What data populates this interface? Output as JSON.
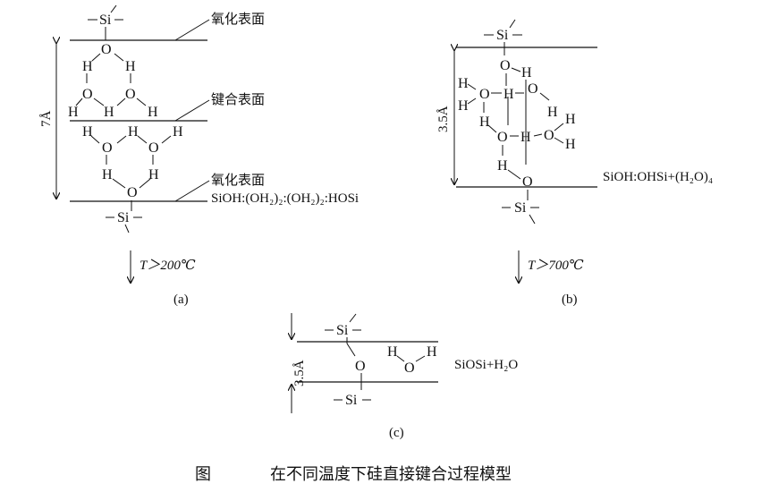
{
  "panel_a": {
    "top_label": "氧化表面",
    "mid_label": "键合表面",
    "bot_label": "氧化表面",
    "formula": "SiOH:(OH₂)₂:(OH₂)₂:HOSi",
    "distance": "7Å",
    "temperature": "T＞200℃",
    "tag": "(a)"
  },
  "panel_b": {
    "formula": "SiOH:OHSi+(H₂O)₄",
    "distance": "3.5Å",
    "temperature": "T＞700℃",
    "tag": "(b)"
  },
  "panel_c": {
    "formula": "SiOSi+H₂O",
    "distance": "3.5Å",
    "tag": "(c)"
  },
  "atoms": {
    "si": "Si",
    "o": "O",
    "h": "H"
  },
  "caption": {
    "prefix": "图",
    "text": "在不同温度下硅直接键合过程模型"
  }
}
